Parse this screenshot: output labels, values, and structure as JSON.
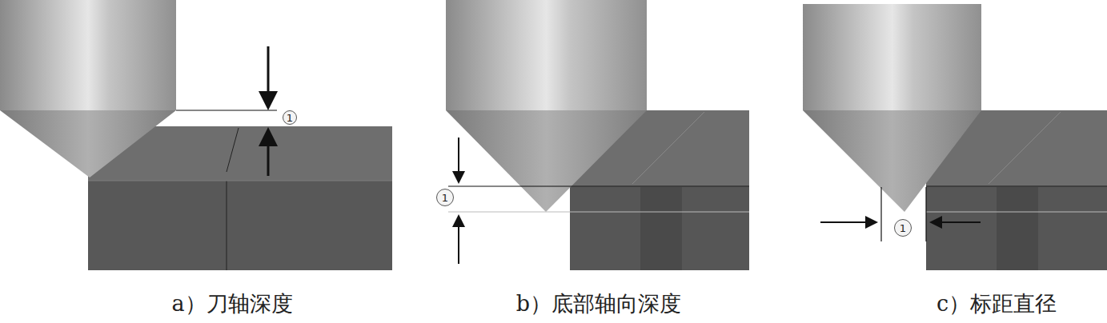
{
  "diagram": {
    "labels": [
      "1",
      "a）刀轴深度",
      "1",
      "b）底部轴向深度",
      "1",
      "c）标距直径"
    ]
  }
}
